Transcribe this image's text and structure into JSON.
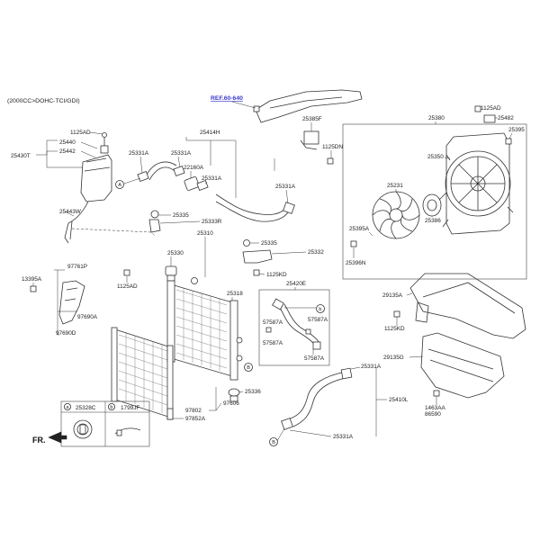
{
  "header": {
    "engine_spec": "(2000CC>DOHC-TCI/GDI)",
    "ref_link": "REF.60-640",
    "front_marker": "FR."
  },
  "callouts": {
    "a": "a",
    "b": "b",
    "A": "A",
    "B": "B"
  },
  "legend": [
    {
      "letter": "a",
      "part_no": "25328C"
    },
    {
      "letter": "b",
      "part_no": "1799JF"
    }
  ],
  "parts": {
    "p1125AD_top": "1125AD",
    "p25440": "25440",
    "p25442": "25442",
    "p25430T": "25430T",
    "p25443W": "25443W",
    "p25414H": "25414H",
    "p25331A_1": "25331A",
    "p25331A_2": "25331A",
    "p22160A": "22160A",
    "p25331A_3": "25331A",
    "p25331A_4": "25331A",
    "p25335_1": "25335",
    "p25333R": "25333R",
    "p25310": "25310",
    "p25335_2": "25335",
    "p25332": "25332",
    "p25330": "25330",
    "p1125KD_1": "1125KD",
    "p25318": "25318",
    "p13395A": "13395A",
    "p97761P": "97761P",
    "p1125AD_mid": "1125AD",
    "p97690A": "97690A",
    "p97690D": "97690D",
    "p25420E": "25420E",
    "p57587A_1": "57587A",
    "p57587A_2": "57587A",
    "p57587A_3": "57587A",
    "p57587A_4": "57587A",
    "p25385F": "25385F",
    "p1125DN": "1125DN",
    "p25380": "25380",
    "p1125AD_right": "1125AD",
    "p25482": "25482",
    "p25395": "25395",
    "p25350": "25350",
    "p25231": "25231",
    "p25386": "25386",
    "p25395A": "25395A",
    "p25396N": "25396N",
    "p29135A": "29135A",
    "p1125KD_2": "1125KD",
    "p29135G": "29135G",
    "p25331A_5": "25331A",
    "p25410L": "25410L",
    "p1463AA": "1463AA",
    "p86590": "86590",
    "p25331A_6": "25331A",
    "p25336": "25336",
    "p97606": "97606",
    "p97802": "97802",
    "p97852A": "97852A"
  }
}
